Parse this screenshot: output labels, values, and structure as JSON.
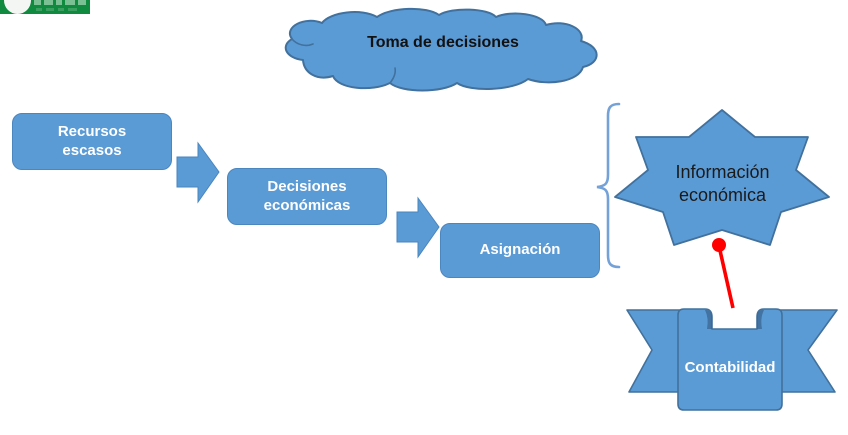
{
  "colors": {
    "shape_fill": "#5b9bd5",
    "shape_border": "#41719c",
    "box_border": "#4a86c0",
    "bracket": "#74a2d8",
    "connector_red": "#ff0000",
    "logo_green": "#0f8a3e",
    "box_text": "#ffffff",
    "dark_text": "#1a1a1a",
    "fold_shadow": "#3a6590"
  },
  "cloud": {
    "label": "Toma de decisiones"
  },
  "flow_boxes": [
    {
      "label": "Recursos escasos"
    },
    {
      "label": "Decisiones económicas"
    },
    {
      "label": "Asignación"
    }
  ],
  "star": {
    "label": "Información económica"
  },
  "ribbon": {
    "label": "Contabilidad"
  },
  "diagram": {
    "type": "flowchart",
    "edges": [
      {
        "from": "Recursos escasos",
        "to": "Decisiones económicas",
        "style": "block-arrow"
      },
      {
        "from": "Decisiones económicas",
        "to": "Asignación",
        "style": "block-arrow"
      },
      {
        "from": "Asignación",
        "to": "Información económica",
        "style": "curly-brace"
      },
      {
        "from": "Información económica",
        "to": "Contabilidad",
        "style": "red-connector"
      }
    ]
  }
}
